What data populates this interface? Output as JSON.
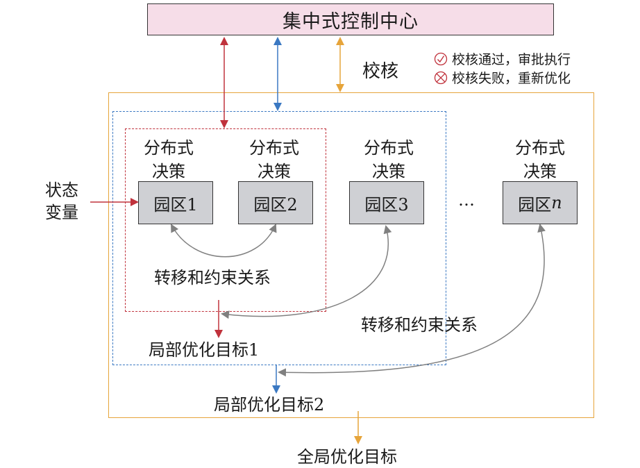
{
  "control_center": "集中式控制中心",
  "verify_label": "校核",
  "legend": {
    "pass": "校核通过，审批执行",
    "fail": "校核失败，重新优化"
  },
  "state_variable": [
    "状态",
    "变量"
  ],
  "decision": [
    "分布式",
    "决策"
  ],
  "parks": {
    "p1": "园区1",
    "p2": "园区2",
    "p3": "园区3",
    "pn_prefix": "园区",
    "pn_suffix": "n"
  },
  "ellipsis": "…",
  "relation_inner": "转移和约束关系",
  "relation_outer": "转移和约束关系",
  "local_goal_1": "局部优化目标1",
  "local_goal_2": "局部优化目标2",
  "global_goal": "全局优化目标",
  "colors": {
    "red": "#c0323c",
    "blue": "#3a78c2",
    "orange": "#e6a43a",
    "gray": "#808080"
  }
}
